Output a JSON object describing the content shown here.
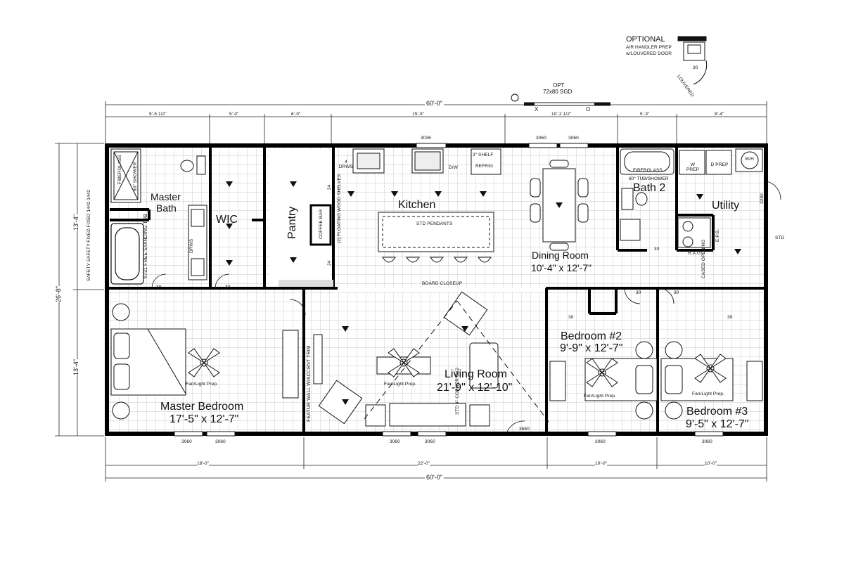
{
  "optional": {
    "title": "OPTIONAL",
    "line1": "AIR HANDLER PREP",
    "line2": "w/LOUVERED DOOR",
    "louvered": "LOUVERED",
    "size": "30"
  },
  "top": {
    "opt": "OPT",
    "sgd": "72x80 SGD",
    "x": "X",
    "o": "O",
    "overall": "60'-0\""
  },
  "top_dims": [
    "9'-5 1/2\"",
    "5'-0\"",
    "6'-0\"",
    "15'-9\"",
    "10'-2 1/2\"",
    "5'-3\"",
    "8'-4\""
  ],
  "bottom_dims": [
    "18'-0\"",
    "22'-0\"",
    "10'-0\"",
    "10'-0\""
  ],
  "bottom_overall": "60'-0\"",
  "left_dims": {
    "total": "26'-8\"",
    "upper": "13'-4\"",
    "lower": "13'-4\""
  },
  "rooms": {
    "master_bath": [
      "Master",
      "Bath"
    ],
    "wic": "WIC",
    "pantry": "Pantry",
    "kitchen": "Kitchen",
    "dining": [
      "Dining Room",
      "10'-4\" x 12'-7\""
    ],
    "bath2": "Bath 2",
    "utility": "Utility",
    "master_bedroom": [
      "Master Bedroom",
      "17'-5\" x 12'-7\""
    ],
    "living": [
      "Living Room",
      "21'-9\" x 12'-10\""
    ],
    "bedroom2": [
      "Bedroom #2",
      "9'-9\" x 12'-7\""
    ],
    "bedroom3": [
      "Bedroom #3",
      "9'-5\" x 12'-7\""
    ]
  },
  "notes": {
    "fiberglass_shower": "FIBERGLASS",
    "shower60": "60\" SHOWER",
    "tub": "6731 FREE STANDING TUB",
    "safety": "SAFETY SAFETY FIXED FIXED 1442 1442",
    "drws": "DRWS",
    "drws4": "4 DRWS",
    "w3036": "3036",
    "dw": "D/W",
    "refrig": "REFRIG",
    "shelf": "3\" SHELF",
    "coffee": "COFFEE BAR",
    "floating": "(2) FLOATING WOOD SHELVES",
    "pendants": "STD PENDANTS",
    "closeup": "BOARD CLOSEUP",
    "w24a": "24",
    "w24b": "24",
    "win3060a": "3060",
    "win3060b": "3060",
    "fiberglass_tub": "FIBERGLASS",
    "tub60": "60\" TUB/SHOWER",
    "wprep": "W PREP",
    "dprep": "D PREP",
    "wh": "W/H",
    "d3280": "3280",
    "std": "STD",
    "rag": "R.A.G.",
    "epb": "E.P.B.",
    "cased": "CASED OPENING",
    "d30a": "30",
    "d30b": "30",
    "d30c": "30",
    "d30d": "30",
    "d30e": "30",
    "d30f": "30",
    "d30g": "30",
    "featur": "FEATUR WALL W/ACCENT TRIM",
    "fan1": "Fan/Light Prep.",
    "fan2": "Fan/Light Prep.",
    "fan3": "Fan/Light Prep.",
    "fan4": "Fan/Light Prep.",
    "corner": "STD 4\" CORNER OK2",
    "d3680": "3680",
    "b3060a": "3060",
    "b3060b": "3060",
    "b3060c": "3060",
    "b3060d": "3060",
    "b3060e": "3060",
    "b3060f": "3060"
  }
}
